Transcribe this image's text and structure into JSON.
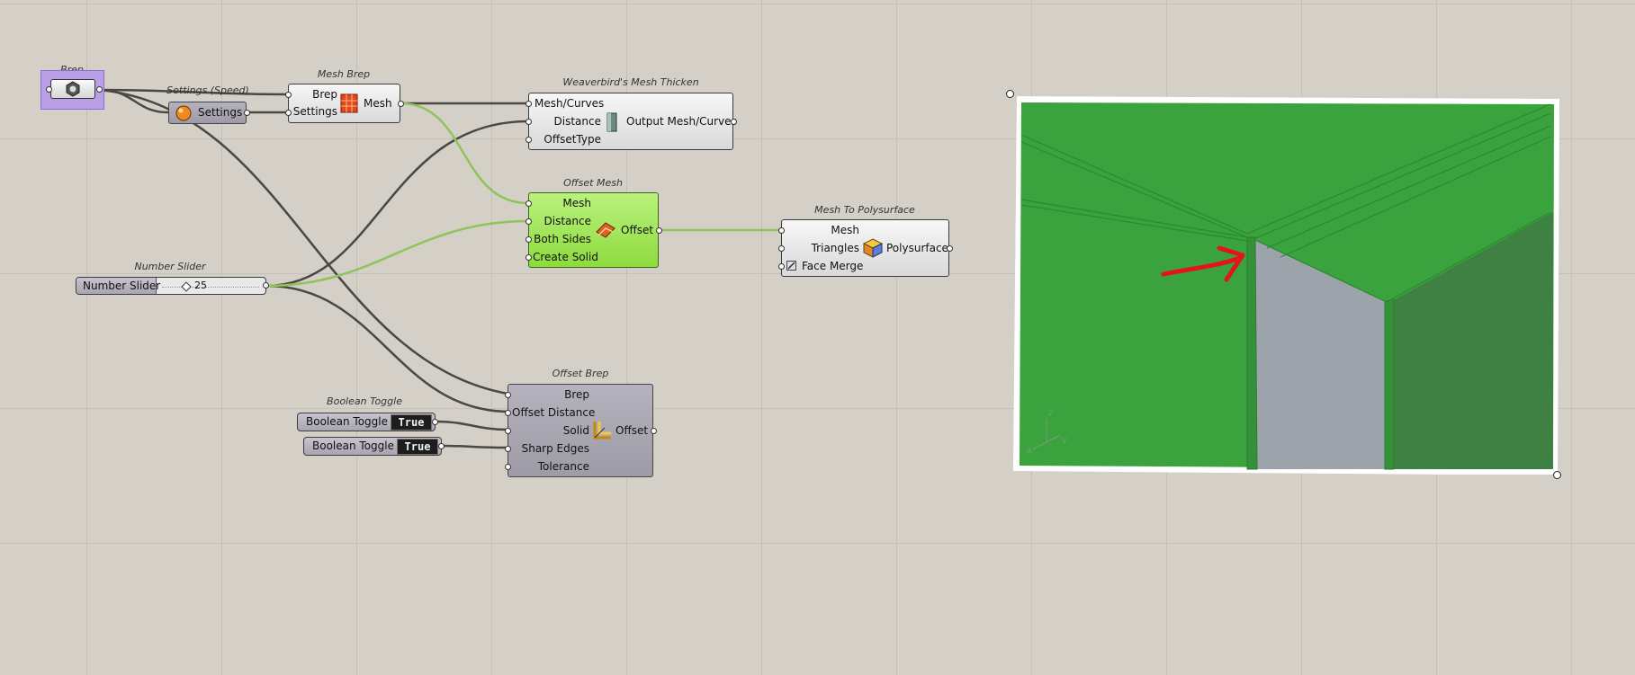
{
  "canvas": {
    "background": "#d4d0c8",
    "wire_color": "#4a4744",
    "wire_active_color": "#8fc45a"
  },
  "brep_param": {
    "title": "Brep",
    "icon": "hexagon-bolt-icon"
  },
  "settings": {
    "title": "Settings (Speed)",
    "label": "Settings",
    "icon": "orange-sphere-icon"
  },
  "mesh_brep": {
    "title": "Mesh Brep",
    "inputs": [
      "Brep",
      "Settings"
    ],
    "output": "Mesh",
    "icon": "mesh-grid-icon"
  },
  "wb_thicken": {
    "title": "Weaverbird's Mesh Thicken",
    "inputs": [
      "Mesh/Curves",
      "Distance",
      "OffsetType"
    ],
    "output": "Output Mesh/Curves",
    "icon": "wb-thicken-icon"
  },
  "offset_mesh": {
    "title": "Offset Mesh",
    "inputs": [
      "Mesh",
      "Distance",
      "Both Sides",
      "Create Solid"
    ],
    "output": "Offset",
    "icon": "offset-mesh-icon"
  },
  "mesh_to_poly": {
    "title": "Mesh To Polysurface",
    "inputs": [
      "Mesh",
      "Triangles",
      "Face Merge"
    ],
    "output": "Polysurface",
    "icon": "polysurface-cube-icon"
  },
  "number_slider": {
    "title": "Number Slider",
    "label": "Number Slider",
    "value": "25"
  },
  "offset_brep": {
    "title": "Offset Brep",
    "inputs": [
      "Brep",
      "Offset Distance",
      "Solid",
      "Sharp Edges",
      "Tolerance"
    ],
    "output": "Offset",
    "icon": "offset-brep-icon"
  },
  "boolean_toggle_group": {
    "title": "Boolean Toggle"
  },
  "toggles": [
    {
      "label": "Boolean Toggle",
      "value": "True"
    },
    {
      "label": "Boolean Toggle",
      "value": "True"
    }
  ],
  "viewport": {
    "axis_z": "z",
    "axis_x": "x",
    "axis_y": "y",
    "surface_color": "#3aa33d",
    "annotation_color": "#e4141c"
  }
}
